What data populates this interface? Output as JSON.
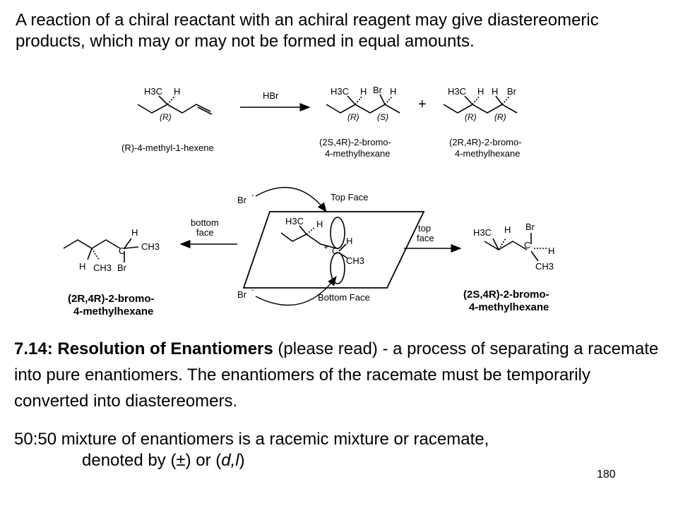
{
  "intro": "A reaction of a chiral reactant with an achiral reagent may give diastereomeric products, which may or may not be formed in equal amounts.",
  "top_scheme": {
    "reagent": "HBr",
    "plus": "+",
    "reactant_name": "(R)-4-methyl-1-hexene",
    "product1_name_line1": "(2S,4R)-2-bromo-",
    "product1_name_line2": "4-methylhexane",
    "product2_name_line1": "(2R,4R)-2-bromo-",
    "product2_name_line2": "4-methylhexane",
    "stereo_R": "(R)",
    "stereo_S": "(S)",
    "h3c": "H3C",
    "h": "H",
    "br": "Br"
  },
  "mechanism": {
    "top_face": "Top Face",
    "bottom_face": "Bottom Face",
    "br_minus": "Br",
    "bottom_face_arrow_line1": "bottom",
    "bottom_face_arrow_line2": "face",
    "top_face_arrow_line1": "top",
    "top_face_arrow_line2": "face",
    "cation_c": "C",
    "ch3": "CH3",
    "left_product_line1": "(2R,4R)-2-bromo-",
    "left_product_line2": "4-methylhexane",
    "right_product_line1": "(2S,4R)-2-bromo-",
    "right_product_line2": "4-methylhexane"
  },
  "section": {
    "bold": "7.14: Resolution of Enantiomers",
    "rest": " (please read) - a process of separating a racemate into pure enantiomers. The enantiomers of the racemate must be temporarily converted into diastereomers."
  },
  "racemic": {
    "line1": "50:50 mixture of enantiomers is a racemic mixture or racemate,",
    "line2_prefix": "denoted by (±) or (",
    "line2_italic": "d,l",
    "line2_suffix": ")"
  },
  "page_number": "180"
}
